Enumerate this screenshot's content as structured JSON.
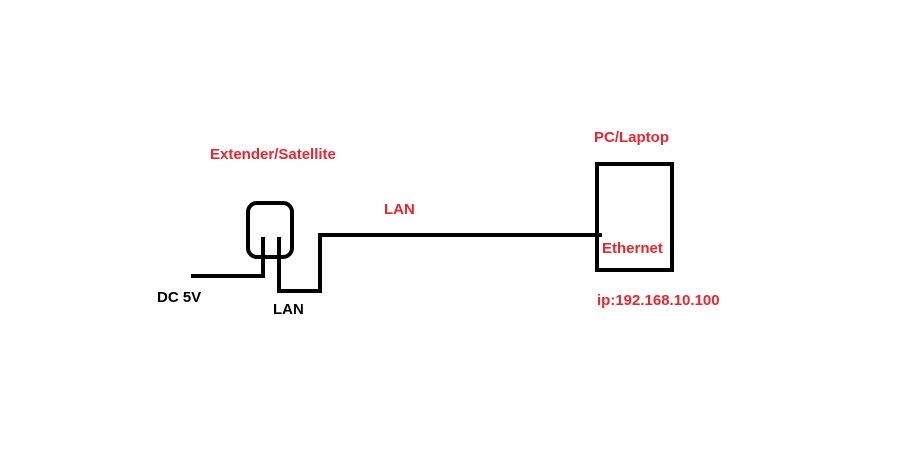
{
  "colors": {
    "line": "#000000",
    "red_label": "#e8262c",
    "black_label": "#000000",
    "background": "#ffffff"
  },
  "labels": {
    "extender": "Extender/Satellite",
    "pc": "PC/Laptop",
    "lan_cable": "LAN",
    "ethernet": "Ethernet",
    "ip": "ip:192.168.10.100",
    "power": "DC 5V",
    "lan_port": "LAN"
  }
}
